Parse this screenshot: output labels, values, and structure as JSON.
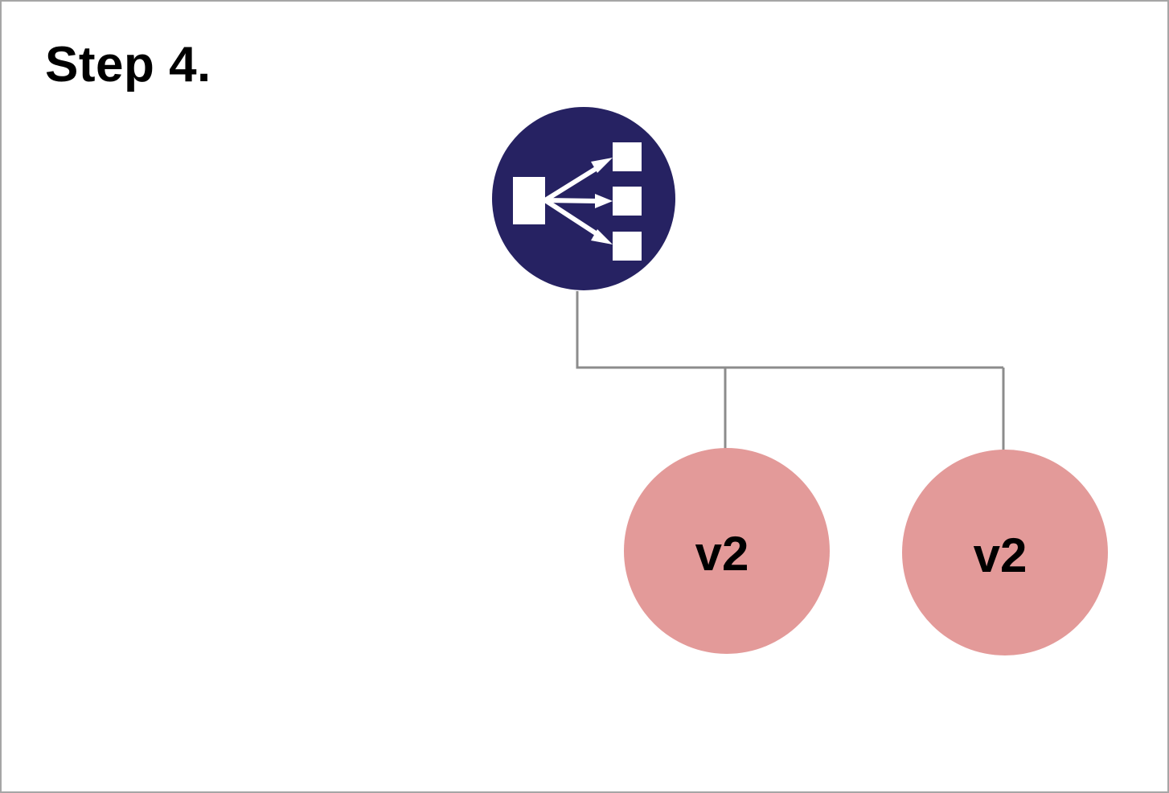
{
  "title": "Step 4.",
  "load_balancer": {
    "icon": "load-balancer-icon",
    "color": "#262262",
    "glyph_color": "#ffffff"
  },
  "connector_color": "#8c8c8c",
  "instances": [
    {
      "label": "v2",
      "color": "#e39a99"
    },
    {
      "label": "v2",
      "color": "#e39a99"
    }
  ]
}
